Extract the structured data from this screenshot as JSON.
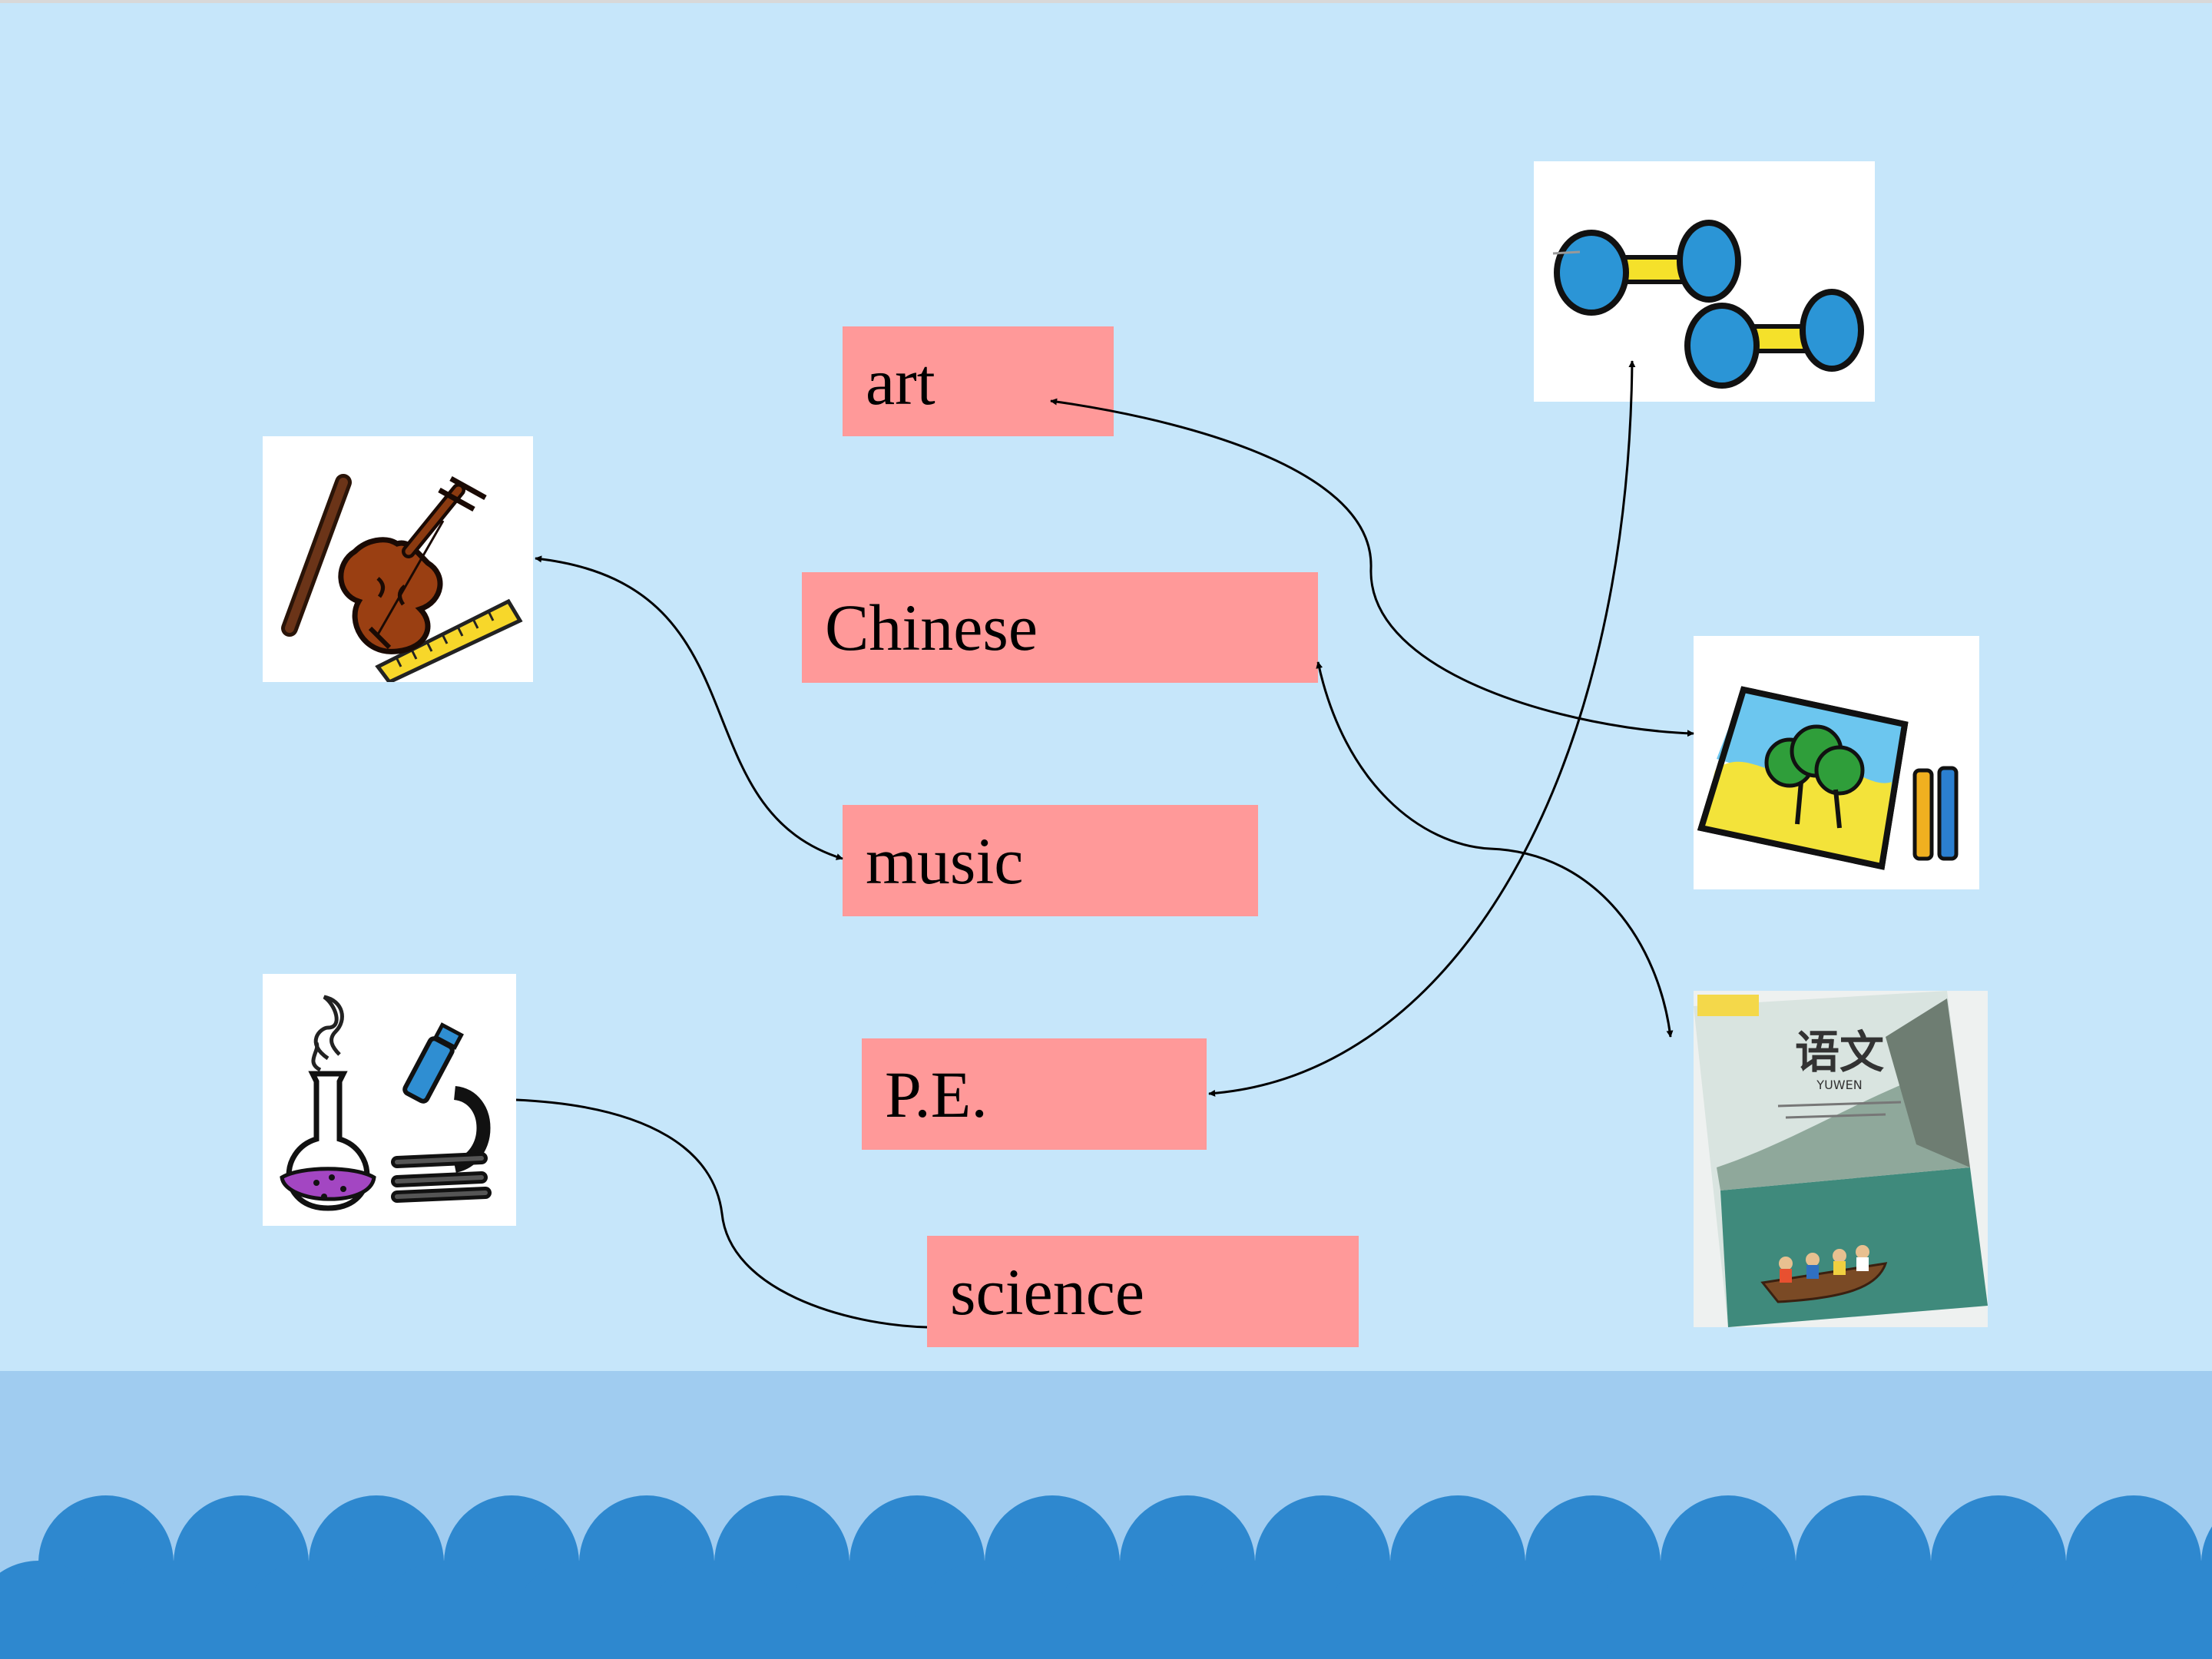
{
  "words": {
    "art": "art",
    "chinese": "Chinese",
    "music": "music",
    "pe": "P.E.",
    "science": "science"
  },
  "pictures": {
    "violin": "violin-and-ruler-icon",
    "lab": "flask-and-microscope-icon",
    "dumbbells": "dumbbells-icon",
    "painting": "painting-and-crayons-icon",
    "textbook": "chinese-textbook-cover"
  },
  "textbook_cover": {
    "title": "语文",
    "pinyin": "YUWEN"
  },
  "colors": {
    "background": "#c6e6fa",
    "label_fill": "#ff9999",
    "footer_band": "#a0ccf0",
    "wave": "#2e88cf"
  }
}
